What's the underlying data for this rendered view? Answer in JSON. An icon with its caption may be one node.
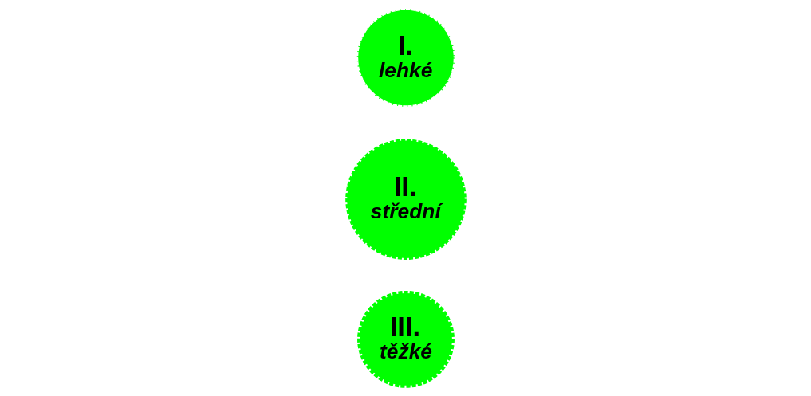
{
  "diagram": {
    "nodes": [
      {
        "text": [
          "I.",
          "lehké"
        ]
      },
      {
        "text": [
          "II.",
          "střední"
        ]
      },
      {
        "text": [
          "III.",
          "těžké"
        ]
      }
    ]
  }
}
